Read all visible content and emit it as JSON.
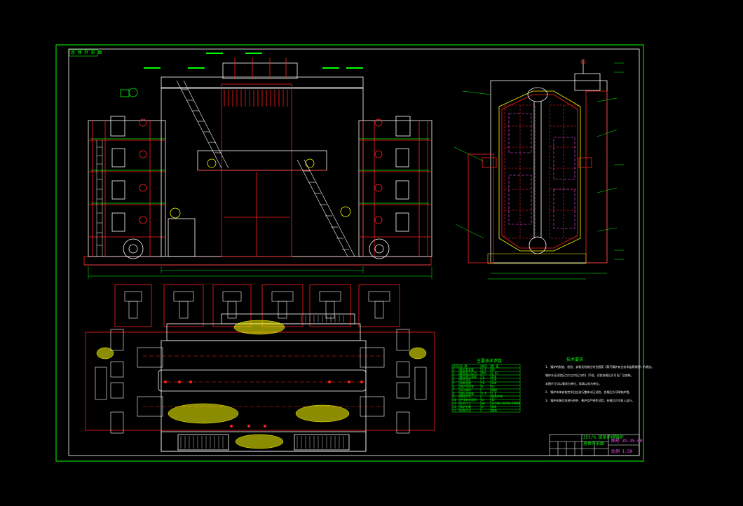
{
  "sheet": {
    "stamp_text": "总 体 外 形 图"
  },
  "bom_table": {
    "title": "主要技术参数",
    "headers": [
      "序号",
      "名 称",
      "单位",
      "数 值"
    ],
    "rows": [
      [
        "1",
        "额定蒸发量",
        "t/h",
        "35"
      ],
      [
        "2",
        "额定蒸汽压力",
        "MPa",
        "3.82"
      ],
      [
        "3",
        "额定蒸汽温度",
        "℃",
        "450"
      ],
      [
        "4",
        "给水温度",
        "℃",
        "150"
      ],
      [
        "5",
        "排烟温度",
        "℃",
        "140"
      ],
      [
        "6",
        "锅炉热效率",
        "%",
        "82"
      ],
      [
        "7",
        "设计燃料",
        "",
        "烟煤"
      ],
      [
        "8",
        "燃料消耗量",
        "t/h",
        "5.6"
      ],
      [
        "9",
        "燃烧方式",
        "",
        "链条炉排"
      ],
      [
        "10",
        "炉排有效面积",
        "m²",
        "42"
      ],
      [
        "11",
        "外形尺寸",
        "mm",
        "16500×10300×19000"
      ],
      [
        "12",
        "锅炉总重",
        "t",
        "186"
      ],
      [
        "13",
        "安装方式",
        "",
        "散装"
      ]
    ]
  },
  "notes": {
    "title": "技术要求",
    "lines": [
      "1. 锅炉的制造、检验、安装及验收应符合国家《蒸汽锅炉安全技术监察规程》的规定。",
      "   锅炉水压试验压力为工作压力的1.25倍，试验合格后方可出厂及安装。",
      "   本图尺寸均以毫米为单位，标高以米为单位。",
      "2. 锅炉本体安装完毕后应进行整体水压试验，合格后方可砌筑炉墙。",
      "3. 锅炉安装后须进行烘炉、煮炉及严密性试验，合格后方可投入运行。"
    ]
  },
  "title_block": {
    "drawing_title": "35t/h 链条炉排锅炉",
    "drawing_subtitle": "总体外形图",
    "right_top": "图号 ZG-35-00",
    "right_bottom": "比例 1:50"
  }
}
